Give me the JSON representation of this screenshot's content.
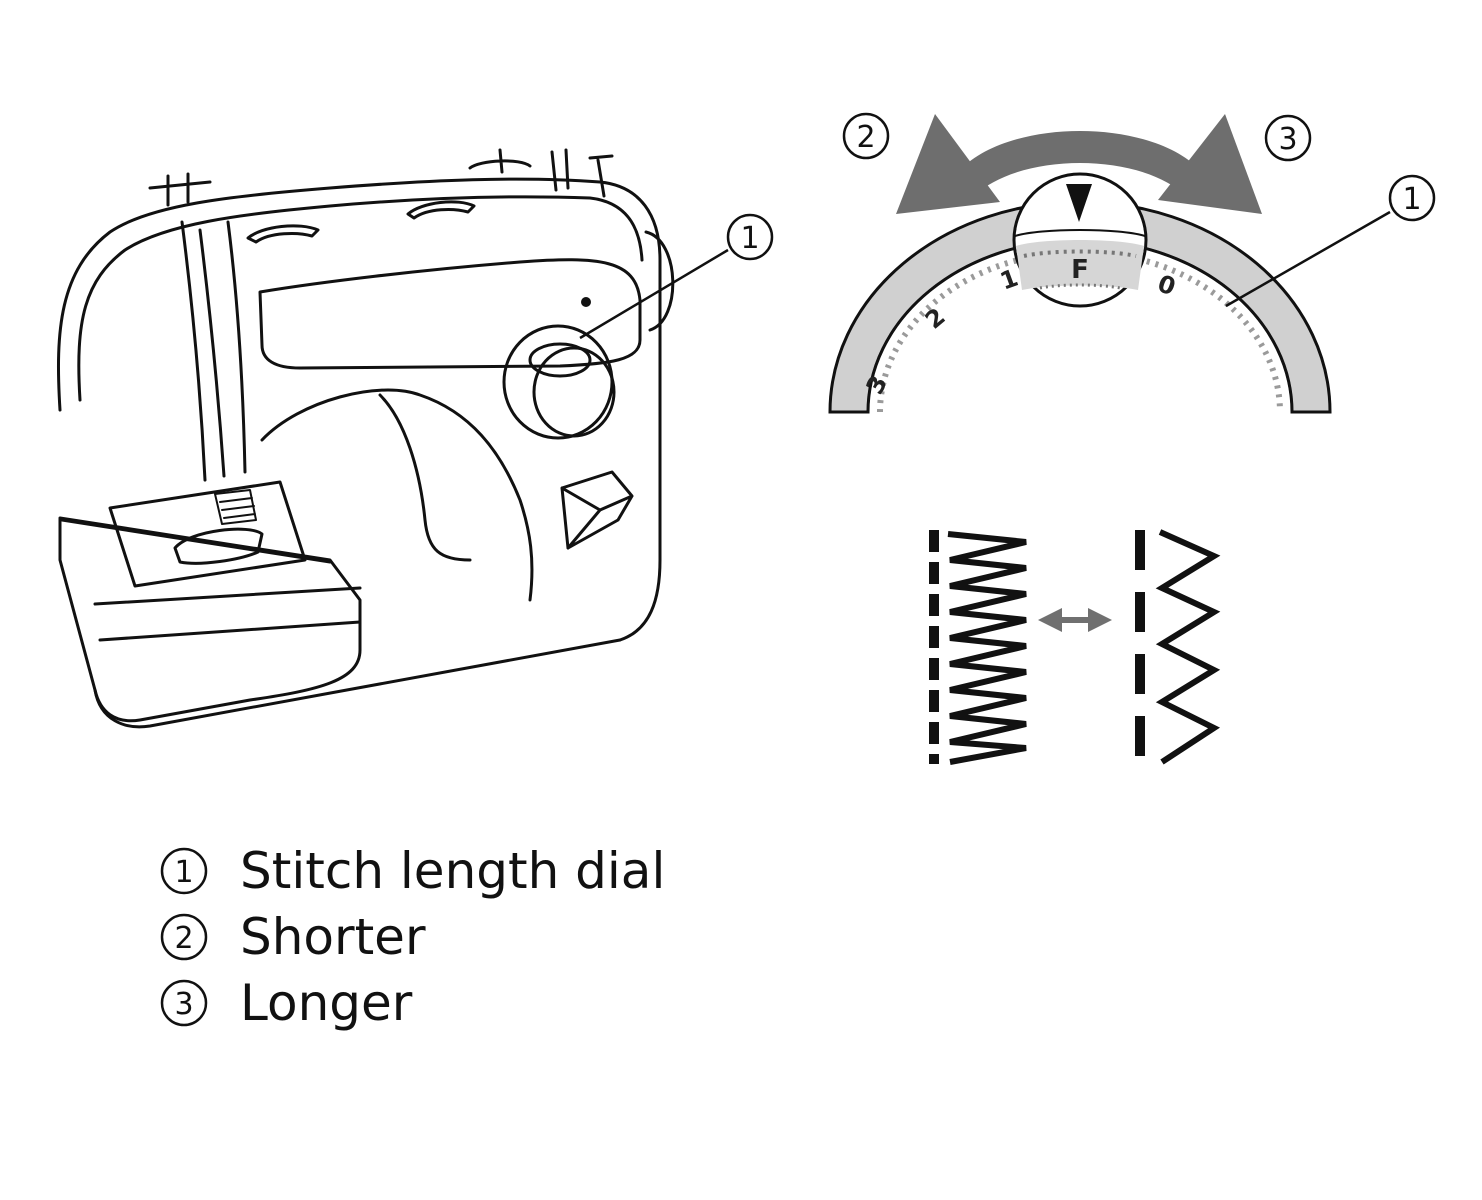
{
  "callouts": {
    "machine_dial": "1",
    "dial_ring": "1",
    "left_arrow": "2",
    "right_arrow": "3"
  },
  "dial": {
    "pointer_mark": "F",
    "ticks": [
      "3",
      "2",
      "1",
      "0"
    ]
  },
  "legend": [
    {
      "num": "1",
      "label": "Stitch length dial"
    },
    {
      "num": "2",
      "label": "Shorter"
    },
    {
      "num": "3",
      "label": "Longer"
    }
  ],
  "colors": {
    "line": "#111111",
    "arrow_gray": "#6e6e6e",
    "dial_gray": "#cfcfcf",
    "stitch": "#111111"
  }
}
